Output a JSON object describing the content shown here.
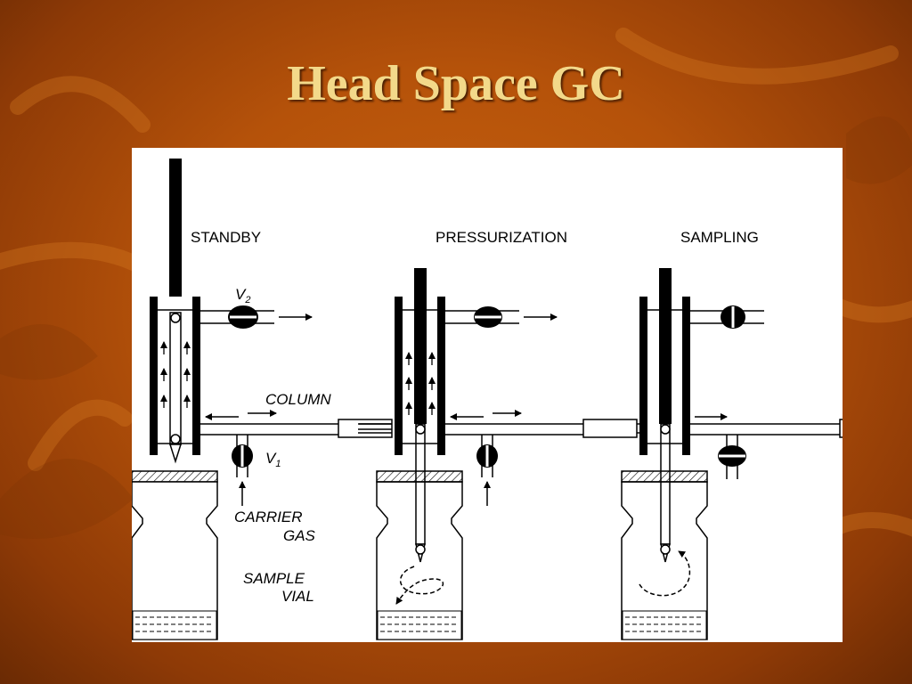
{
  "slide": {
    "title": "Head Space GC"
  },
  "diagram": {
    "stages": [
      {
        "label": "STANDBY"
      },
      {
        "label": "PRESSURIZATION"
      },
      {
        "label": "SAMPLING"
      }
    ],
    "labels": {
      "v2": "V",
      "v2_sub": "2",
      "v1": "V",
      "v1_sub": "1",
      "column": "COLUMN",
      "carrier_line1": "CARRIER",
      "carrier_line2": "GAS",
      "vial_line1": "SAMPLE",
      "vial_line2": "VIAL"
    }
  }
}
